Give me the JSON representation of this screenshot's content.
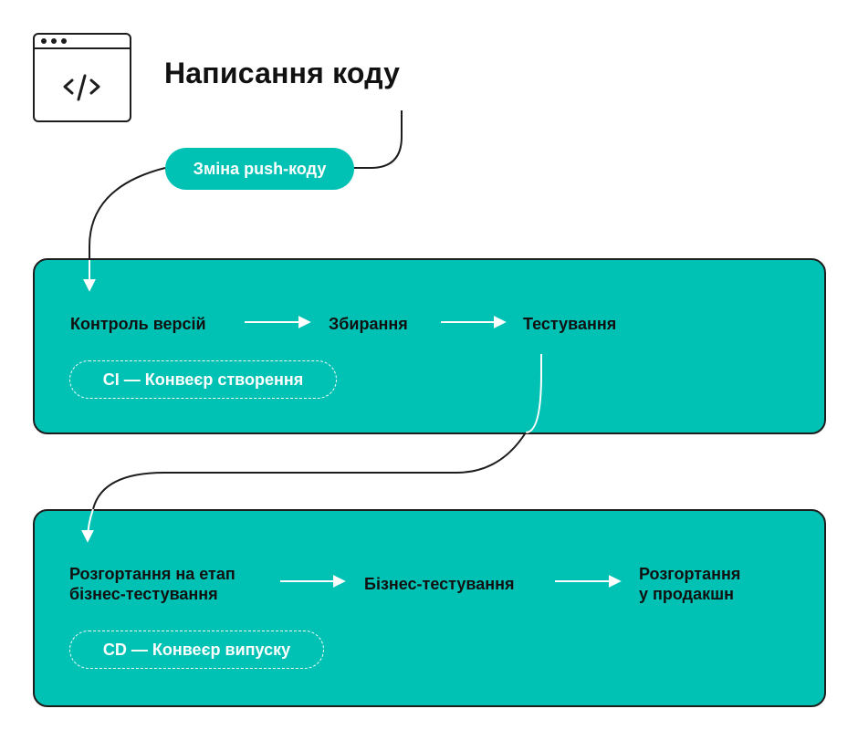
{
  "title": "Написання коду",
  "trigger": "Зміна push-коду",
  "ci": {
    "steps": [
      "Контроль версій",
      "Збирання",
      "Тестування"
    ],
    "label": "CI — Конвеєр створення"
  },
  "cd": {
    "steps": [
      [
        "Розгортання на етап",
        "бізнес-тестування"
      ],
      [
        "Бізнес-тестування"
      ],
      [
        "Розгортання",
        "у продакшн"
      ]
    ],
    "label": "CD — Конвеєр випуску"
  },
  "colors": {
    "accent": "#00c2b4",
    "stroke": "#1d1d1d",
    "connector_light": "#ffffff"
  },
  "icons": {
    "code": "code-window-icon"
  }
}
